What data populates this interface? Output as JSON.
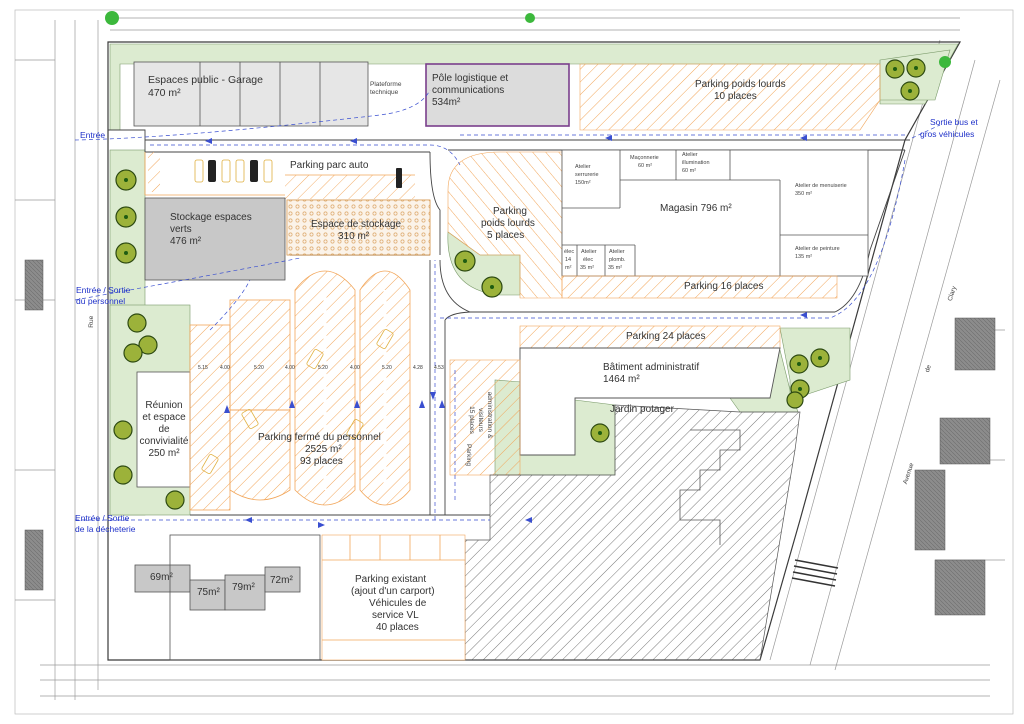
{
  "colors": {
    "parking_hatch": "#f2a65a",
    "green_space": "#dcebd0",
    "tree_dark": "#2d4a12",
    "tree_light": "#9cb23a",
    "building_grey": "#c8c8c8",
    "label_blue": "#1f31c9",
    "road_line": "#3a4fd0",
    "logistics_border": "#7a3f8c",
    "storage_fill": "#f4dcc0"
  },
  "icons": [
    "tree-icon",
    "car-icon",
    "arrow-icon",
    "bus-icon"
  ],
  "access": {
    "entree": "Entrée",
    "entree_sortie_personnel_1": "Entrée / Sortie",
    "entree_sortie_personnel_2": "du personnel",
    "entree_sortie_decheterie_1": "Entrée / Sortie",
    "entree_sortie_decheterie_2": "de la décheterie",
    "sortie_bus_1": "Sortie bus et",
    "sortie_bus_2": "gros véhicules"
  },
  "zones": {
    "espaces_public": "Espaces public - Garage",
    "espaces_public_area": "470 m²",
    "plateforme_1": "Plateforme",
    "plateforme_2": "technique",
    "pole_1": "Pôle logistique et",
    "pole_2": "communications",
    "pole_area": "534m²",
    "parking_poids_lourds_10": "Parking poids lourds",
    "parking_poids_lourds_10_places": "10 places",
    "parking_parc_auto": "Parking parc auto",
    "stockage_verts_1": "Stockage espaces",
    "stockage_verts_2": "verts",
    "stockage_verts_area": "476 m²",
    "espace_stockage": "Espace de stockage",
    "espace_stockage_area": "310 m²",
    "parking_pl5_1": "Parking",
    "parking_pl5_2": "poids lourds",
    "parking_pl5_3": "5 places",
    "atelier_serrurerie_1": "Atelier",
    "atelier_serrurerie_2": "serrurerie",
    "atelier_serrurerie_3": "150m²",
    "maconnerie_1": "Maçonnerie",
    "maconnerie_2": "60 m²",
    "atelier_illumination_1": "Atelier",
    "atelier_illumination_2": "illumination",
    "atelier_illumination_3": "60 m²",
    "atelier_menuiserie_1": "Atelier de menuiserie",
    "atelier_menuiserie_2": "350 m²",
    "magasin": "Magasin 796 m²",
    "atelier_peinture_1": "Atelier de peinture",
    "atelier_peinture_2": "135 m²",
    "elec_small_1": "élec",
    "elec_small_2": "14",
    "elec_small_3": "m²",
    "atelier_elec_1": "Atelier",
    "atelier_elec_2": "élec",
    "atelier_elec_3": "35 m²",
    "atelier_plomb_1": "Atelier",
    "atelier_plomb_2": "plomb.",
    "atelier_plomb_3": "35 m²",
    "parking_16": "Parking 16 places",
    "parking_24": "Parking 24 places",
    "batiment_admin": "Bâtiment administratif",
    "batiment_admin_area": "1464 m²",
    "jardin_potager": "Jardin potager",
    "reunion_1": "Réunion",
    "reunion_2": "et espace",
    "reunion_3": "de",
    "reunion_4": "convivialité",
    "reunion_area": "250 m²",
    "parking_personnel_1": "Parking fermé du personnel",
    "parking_personnel_2": "2525 m²",
    "parking_personnel_3": "93 places",
    "parking_admin_1": "Parking",
    "parking_admin_2": "administration &",
    "parking_admin_3": "visiteurs",
    "parking_admin_4": "15 places",
    "parking_existant_1": "Parking existant",
    "parking_existant_2": "(ajout d'un carport)",
    "parking_existant_3": "Véhicules de",
    "parking_existant_4": "service VL",
    "parking_existant_5": "40 places",
    "area_69": "69m²",
    "area_75": "75m²",
    "area_79": "79m²",
    "area_72": "72m²"
  },
  "dimensions": [
    "5.15",
    "4.00",
    "5.20",
    "4.00",
    "5.20",
    "4.00",
    "5.20",
    "4.28",
    "4.53"
  ],
  "street_labels": {
    "rue": "Rue",
    "avenue": "Avenue",
    "de": "de",
    "clary": "Clary"
  }
}
